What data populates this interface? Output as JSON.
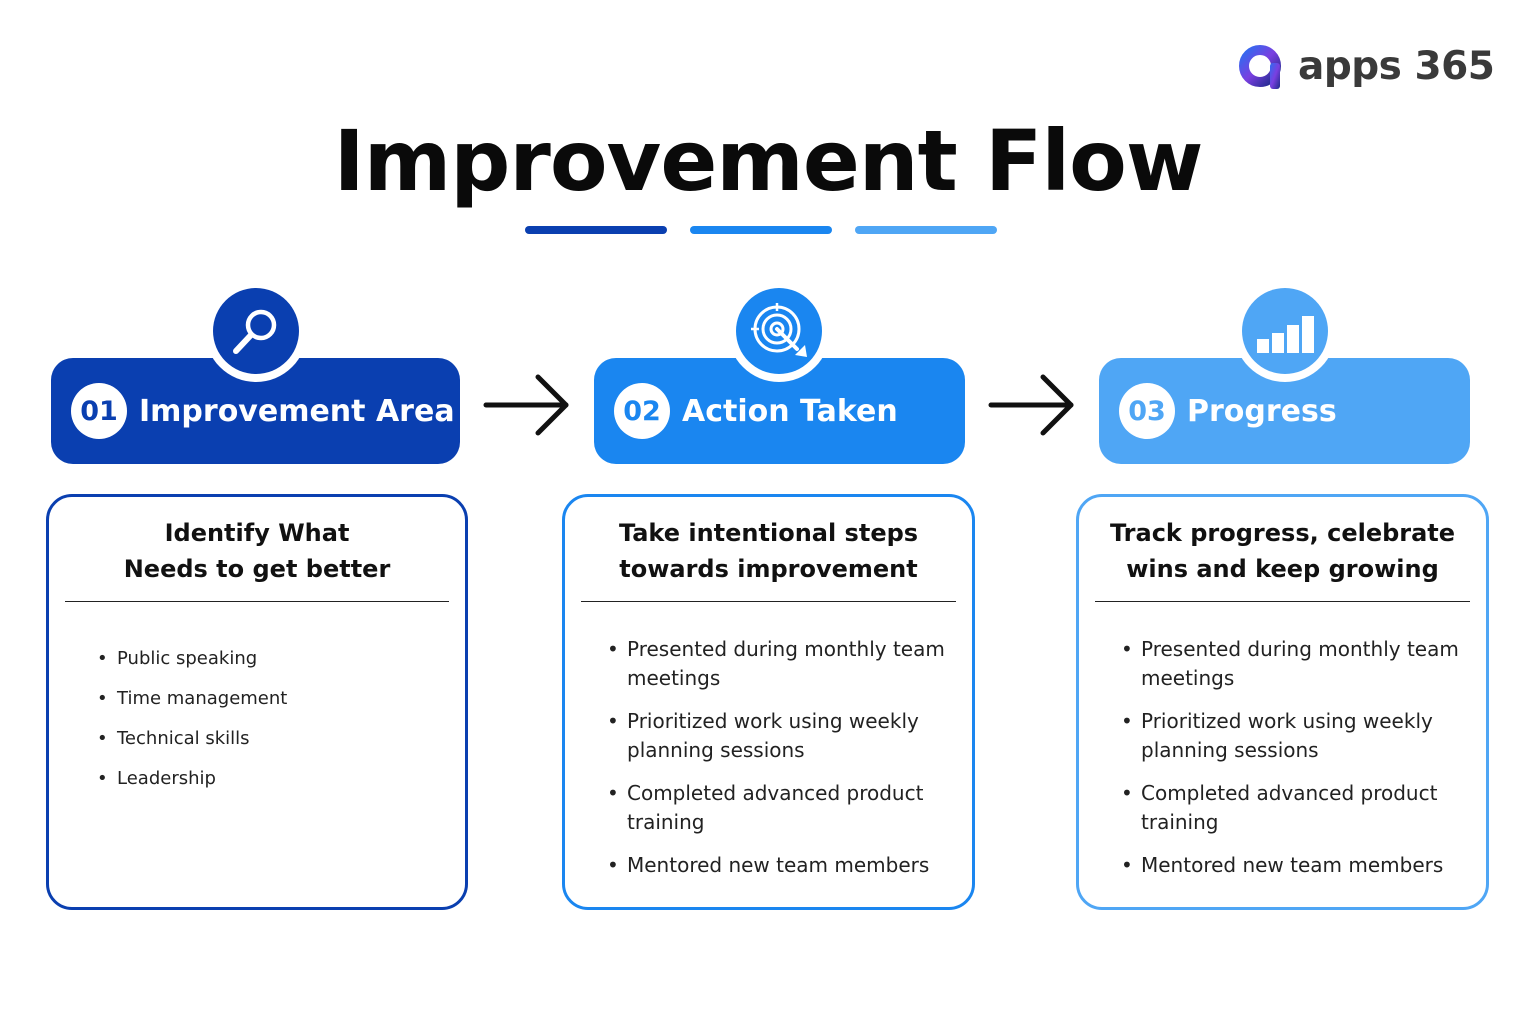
{
  "logo": {
    "text": "apps 365",
    "icon": "apps365-logo-icon"
  },
  "title": "Improvement Flow",
  "colors": {
    "step1": "#0a3fb0",
    "step2": "#1a86f0",
    "step3": "#4fa6f5",
    "text": "#111111"
  },
  "steps": [
    {
      "number": "01",
      "title": "Improvement Area",
      "icon": "magnifier-icon",
      "heading": [
        "Identify What",
        "Needs to get better"
      ],
      "items": [
        "Public speaking",
        "Time management",
        "Technical skills",
        "Leadership"
      ]
    },
    {
      "number": "02",
      "title": "Action Taken",
      "icon": "target-icon",
      "heading": [
        "Take intentional steps",
        "towards improvement"
      ],
      "items": [
        "Presented during monthly team meetings",
        "Prioritized work using weekly planning sessions",
        "Completed advanced product training",
        "Mentored new team members"
      ]
    },
    {
      "number": "03",
      "title": "Progress",
      "icon": "bar-chart-icon",
      "heading": [
        "Track progress, celebrate",
        "wins and keep growing"
      ],
      "items": [
        "Presented during monthly team meetings",
        "Prioritized work using weekly planning sessions",
        "Completed advanced product training",
        "Mentored new team members"
      ]
    }
  ]
}
